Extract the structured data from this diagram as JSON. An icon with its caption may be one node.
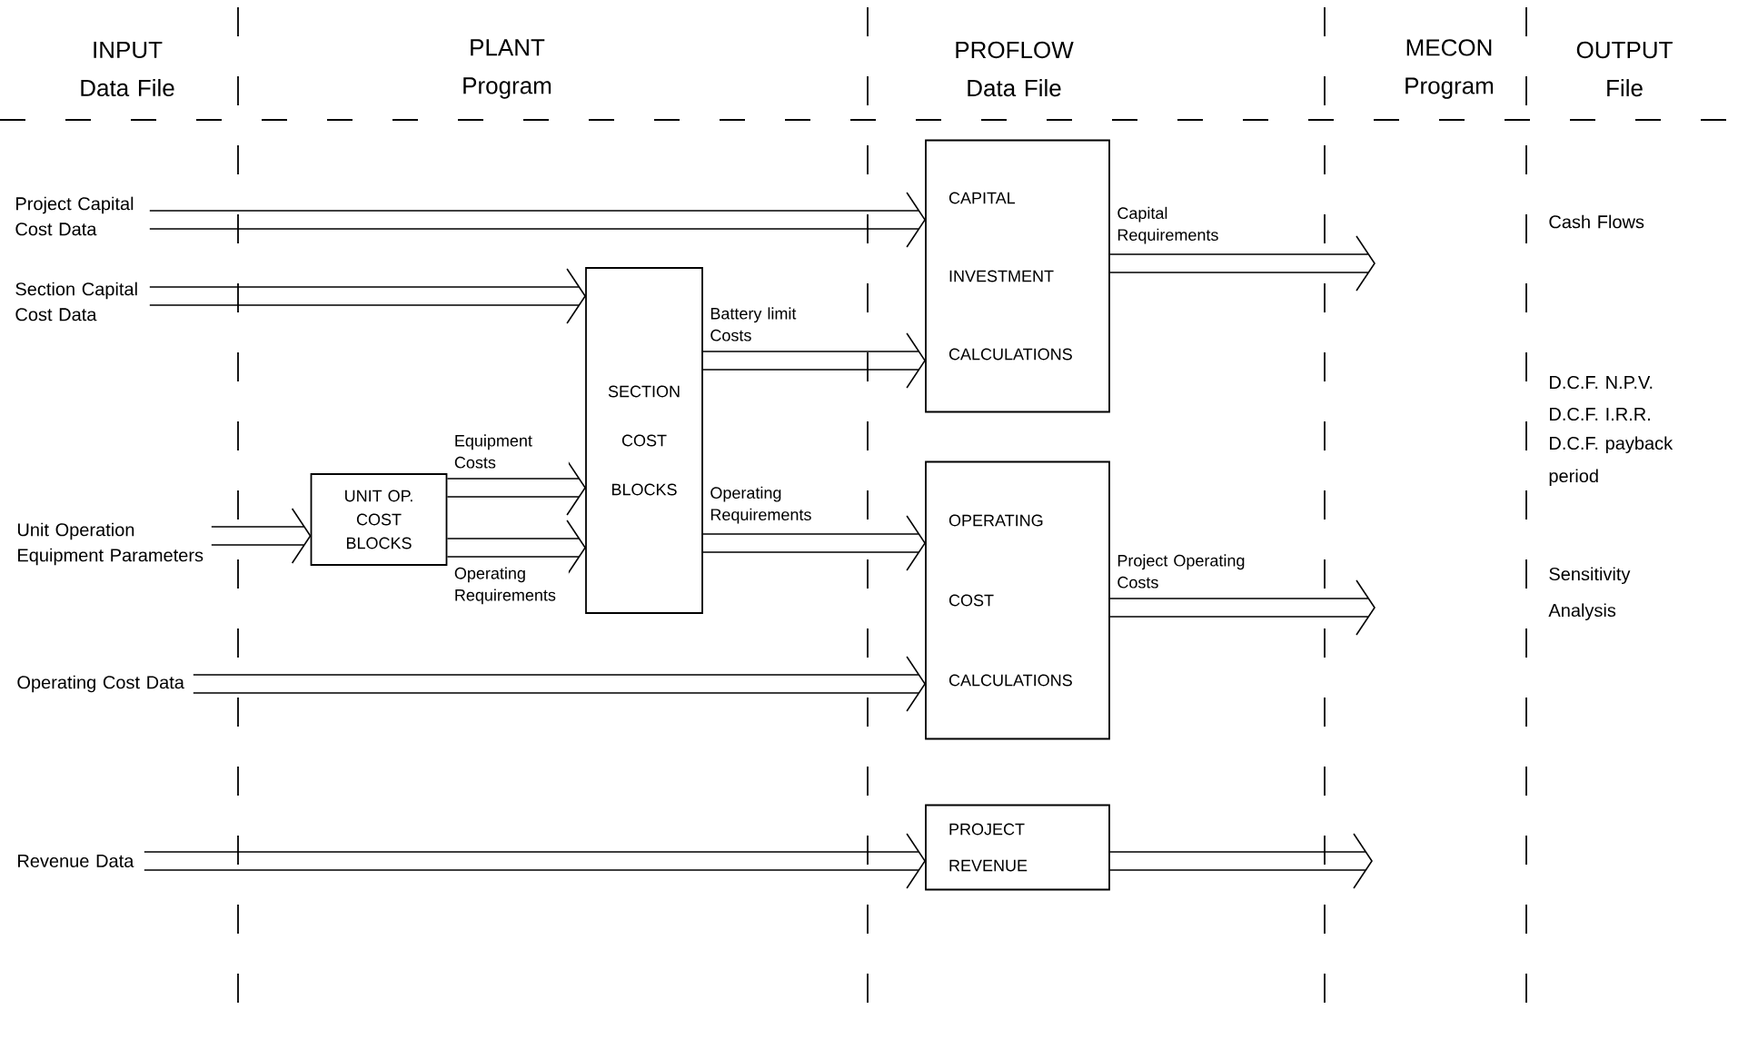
{
  "diagram": {
    "nodes": [
      {
        "text": [
          "Project Capital Cost Data"
        ]
      },
      {
        "text": [
          "Section Capital Cost Data"
        ]
      },
      {
        "text": [
          "Unit Operation Equipment Parameters"
        ]
      },
      {
        "text": [
          "Operating Cost Data"
        ]
      },
      {
        "text": [
          "Revenue Data"
        ]
      },
      {
        "text": [
          "UNIT OP. COST BLOCKS"
        ]
      },
      {
        "text": [
          "SECTION COST BLOCKS"
        ]
      },
      {
        "text": [
          "CAPITAL INVESTMENT CALCULATIONS"
        ]
      },
      {
        "text": [
          "OPERATING COST CALCULATIONS"
        ]
      },
      {
        "text": [
          "PROJECT REVENUE"
        ]
      }
    ],
    "edges": [
      {
        "from": 0,
        "to": 7,
        "arrow": "to"
      },
      {
        "from": 1,
        "to": 6,
        "arrow": "to"
      },
      {
        "from": 2,
        "to": 5,
        "arrow": "to"
      },
      {
        "from": 5,
        "to": 6,
        "arrow": "to",
        "label": "Equipment Costs"
      },
      {
        "from": 5,
        "to": 6,
        "arrow": "to",
        "label": "Operating Requirements"
      },
      {
        "from": 6,
        "to": 7,
        "arrow": "to",
        "label": "Battery limit Costs"
      },
      {
        "from": 6,
        "to": 8,
        "arrow": "to",
        "label": "Operating Requirements"
      },
      {
        "from": 3,
        "to": 8,
        "arrow": "to"
      },
      {
        "from": 4,
        "to": 9,
        "arrow": "to"
      },
      {
        "from": 7,
        "to": null,
        "arrow": "to",
        "label": "Capital Requirements"
      },
      {
        "from": 8,
        "to": null,
        "arrow": "to",
        "label": "Project Operating Costs"
      },
      {
        "from": 9,
        "to": null,
        "arrow": "to"
      }
    ],
    "labels": [
      "INPUT Data File",
      "PLANT Program",
      "PROFLOW Data File",
      "MECON Program",
      "OUTPUT File",
      "Cash Flows",
      "D.C.F. N.P.V.",
      "D.C.F. I.R.R.",
      "D.C.F. payback period",
      "Sensitivity Analysis"
    ]
  }
}
